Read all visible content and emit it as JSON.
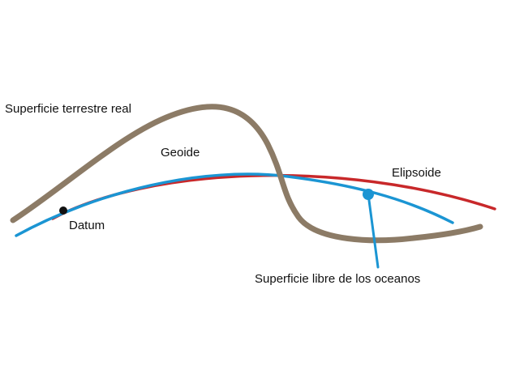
{
  "labels": {
    "surface": "Superficie terrestre real",
    "geoid": "Geoide",
    "ellipsoid": "Elipsoide",
    "datum": "Datum",
    "ocean_surface": "Superficie libre de los oceanos"
  },
  "colors": {
    "surface": "#8c7b66",
    "geoid": "#1b95d3",
    "ellipsoid": "#c8282a",
    "datum_point": "#111111",
    "text": "#111111",
    "background": "#ffffff"
  }
}
